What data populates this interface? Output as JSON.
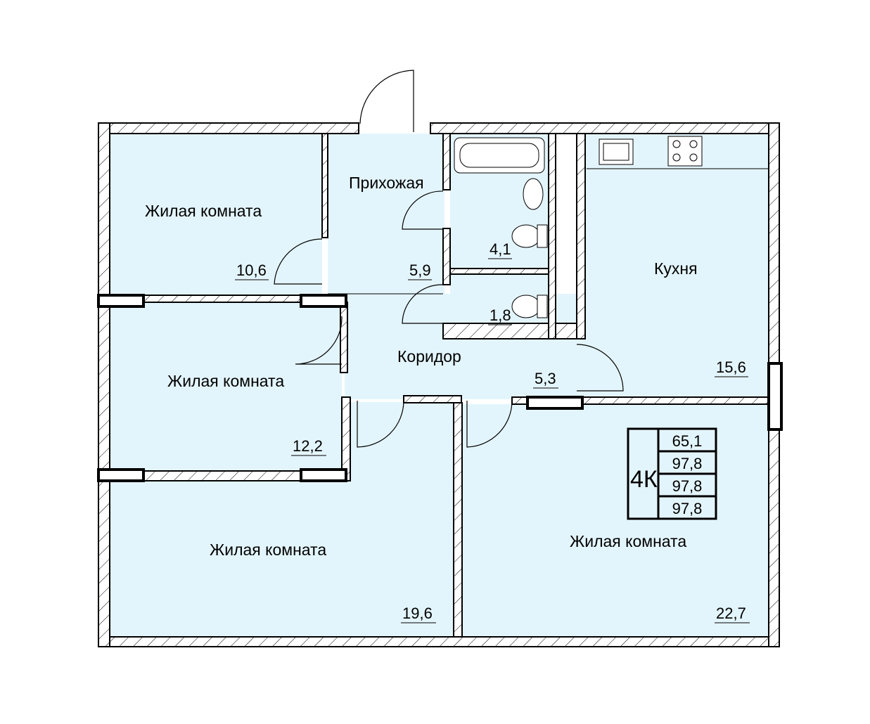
{
  "plan": {
    "rooms": [
      {
        "name": "Жилая комната",
        "area": "10,6"
      },
      {
        "name": "Прихожая",
        "area": "5,9"
      },
      {
        "name": "",
        "area": "4,1"
      },
      {
        "name": "",
        "area": "1,8"
      },
      {
        "name": "Кухня",
        "area": "15,6"
      },
      {
        "name": "Коридор",
        "area": "5,3"
      },
      {
        "name": "Жилая комната",
        "area": "12,2"
      },
      {
        "name": "Жилая комната",
        "area": "19,6"
      },
      {
        "name": "Жилая комната",
        "area": "22,7"
      }
    ],
    "summary": {
      "type": "4К",
      "values": [
        "65,1",
        "97,8",
        "97,8",
        "97,8"
      ]
    },
    "colors": {
      "room_fill": "#e3f5fc",
      "wall": "#000000"
    }
  }
}
